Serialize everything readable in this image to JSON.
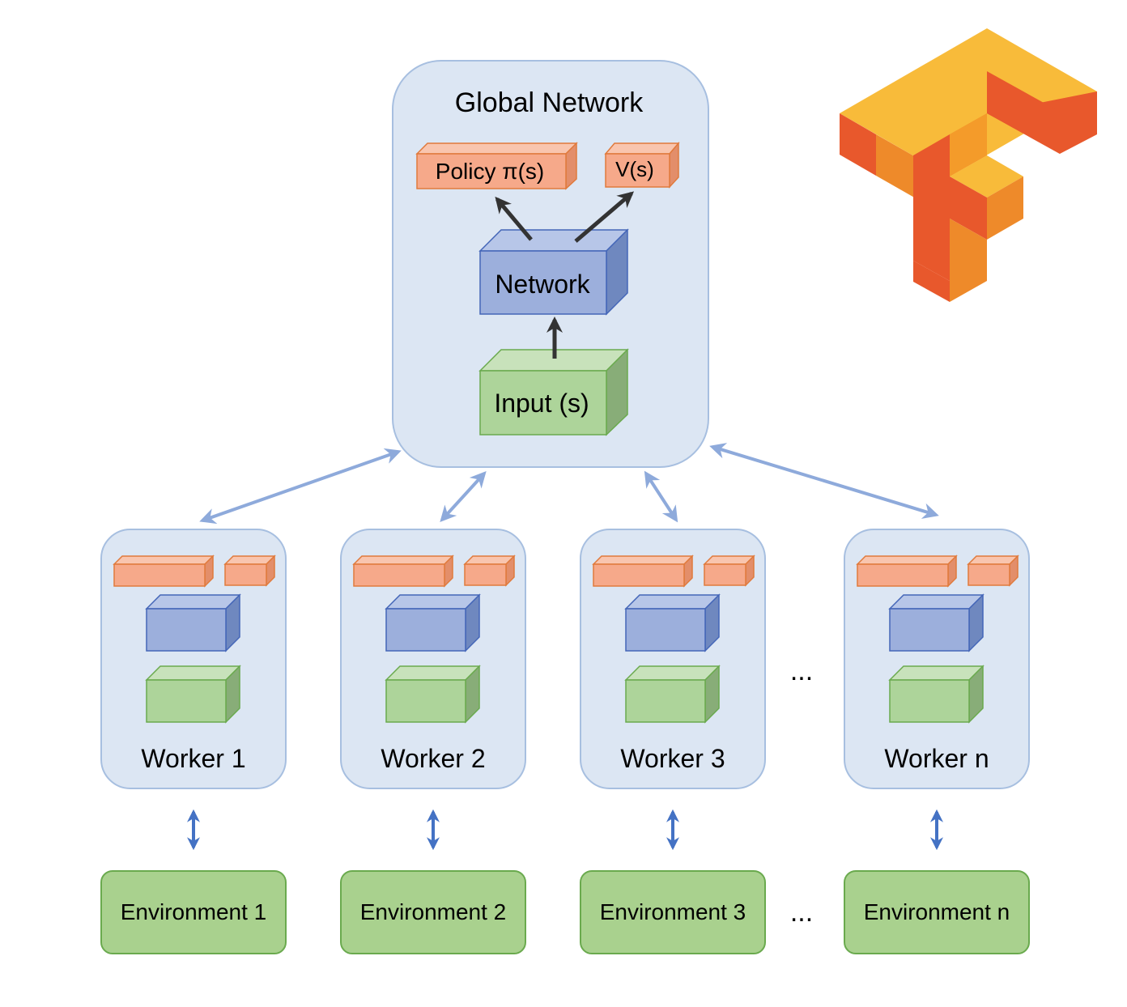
{
  "global": {
    "title": "Global Network",
    "policy_label": "Policy π(s)",
    "value_label": "V(s)",
    "network_label": "Network",
    "input_label": "Input (s)"
  },
  "workers": [
    {
      "label": "Worker 1",
      "env": "Environment 1"
    },
    {
      "label": "Worker 2",
      "env": "Environment 2"
    },
    {
      "label": "Worker 3",
      "env": "Environment 3"
    },
    {
      "label": "Worker n",
      "env": "Environment n"
    }
  ],
  "ellipsis": "...",
  "colors": {
    "panel_fill": "#dce6f3",
    "panel_stroke": "#a7bfe0",
    "orange_front": "#f6a98a",
    "orange_stroke": "#e07a3c",
    "blue_front": "#9cafdc",
    "blue_stroke": "#4466b8",
    "green_front": "#add49a",
    "green_stroke": "#6aaa4e",
    "env_fill": "#a9d18e",
    "env_stroke": "#6aaa4e",
    "light_arrow": "#8eaadb",
    "dark_arrow": "#4472c4",
    "black_arrow": "#333333"
  },
  "logo": {
    "icon": "tensorflow-logo"
  }
}
